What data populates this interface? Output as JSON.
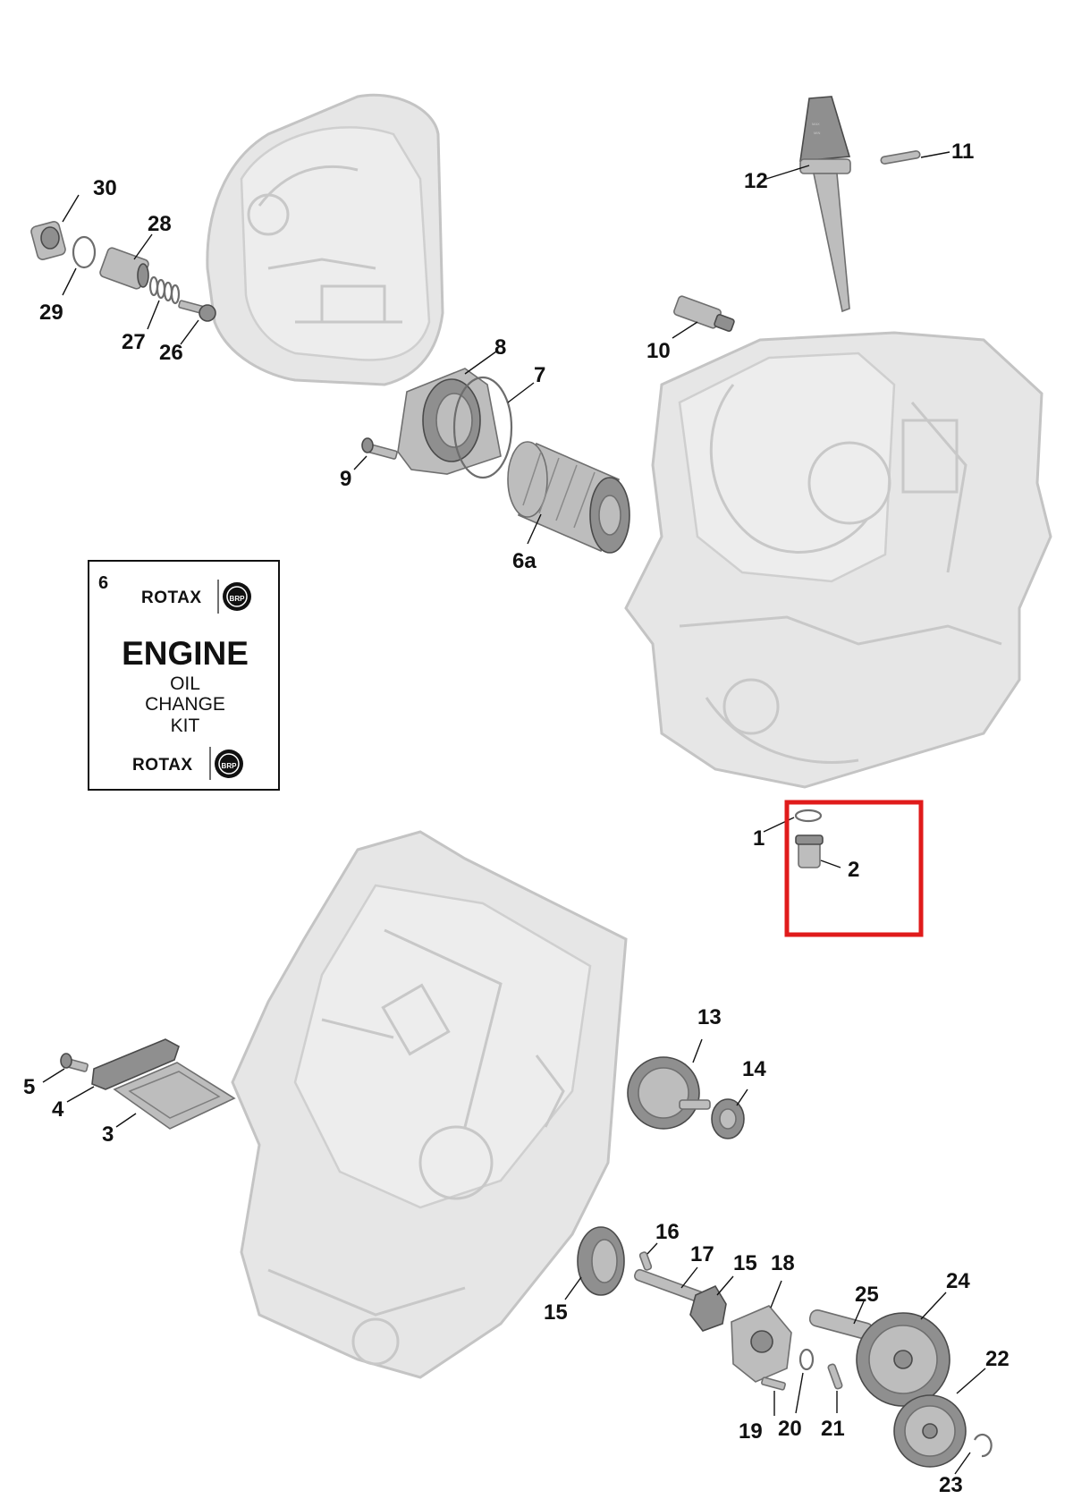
{
  "labels": {
    "n1": "1",
    "n2": "2",
    "n3": "3",
    "n4": "4",
    "n5": "5",
    "n6": "6",
    "n6a": "6a",
    "n7": "7",
    "n8": "8",
    "n9": "9",
    "n10": "10",
    "n11": "11",
    "n12": "12",
    "n13": "13",
    "n14": "14",
    "n15a": "15",
    "n15b": "15",
    "n16": "16",
    "n17": "17",
    "n18": "18",
    "n19": "19",
    "n20": "20",
    "n21": "21",
    "n22": "22",
    "n23": "23",
    "n24": "24",
    "n25": "25",
    "n26": "26",
    "n27": "27",
    "n28": "28",
    "n29": "29",
    "n30": "30"
  },
  "kit": {
    "number": "6",
    "brand_top": "ROTAX",
    "brand_bottom": "ROTAX",
    "title": "ENGINE",
    "line1": "OIL",
    "line2": "CHANGE",
    "line3": "KIT",
    "badge": "BRP"
  },
  "dipstick_text": [
    "MAX",
    "MIN"
  ],
  "colors": {
    "highlight": "#e01b1b",
    "housing": "#e6e6e6",
    "part": "#bdbdbd",
    "ink": "#111111"
  }
}
